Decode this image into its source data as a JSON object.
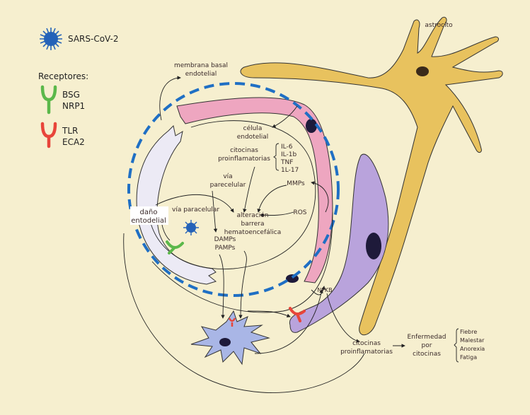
{
  "legend": {
    "virus_label": "SARS-CoV-2",
    "receptors_title": "Receptores:",
    "green_receptors": [
      "BSG",
      "NRP1"
    ],
    "red_receptors": [
      "TLR",
      "ECA2"
    ]
  },
  "labels": {
    "membrana": [
      "membrana basal",
      "endotelial"
    ],
    "astrocito": "astrocito",
    "celula": [
      "célula",
      "endotelial"
    ],
    "citocinas_top": [
      "citocinas",
      "proinflamatorias"
    ],
    "interleukins": [
      "IL-6",
      "IL-1b",
      "TNF",
      "1L-17"
    ],
    "via_parecelular": [
      "vía",
      "parecelular"
    ],
    "mmps": "MMPs",
    "via_paracelular": "vía paracelular",
    "alteracion": [
      "alteración",
      "barrera",
      "hematoencefálica"
    ],
    "ros": "ROS",
    "dano": [
      "daño",
      "entodelial"
    ],
    "damps": [
      "DAMPs",
      "PAMPs"
    ],
    "nfkb": "NFKB",
    "citocinas_bottom": [
      "citocinas",
      "proinflamatorias"
    ],
    "enfermedad": [
      "Enfermedad",
      "por",
      "citocinas"
    ],
    "symptoms": [
      "Fiebre",
      "Malestar",
      "Anorexia",
      "Fatiga"
    ]
  },
  "colors": {
    "background": "#f6efcf",
    "virus": "#2563b8",
    "receptor_green": "#5bb84a",
    "receptor_red": "#e8453a",
    "astrocyte": "#e8c25e",
    "endothelial": "#eea6c0",
    "pericyte": "#b9a3dc",
    "basal_membrane": "#1f6fc4",
    "microglia": "#a9b6e6"
  }
}
